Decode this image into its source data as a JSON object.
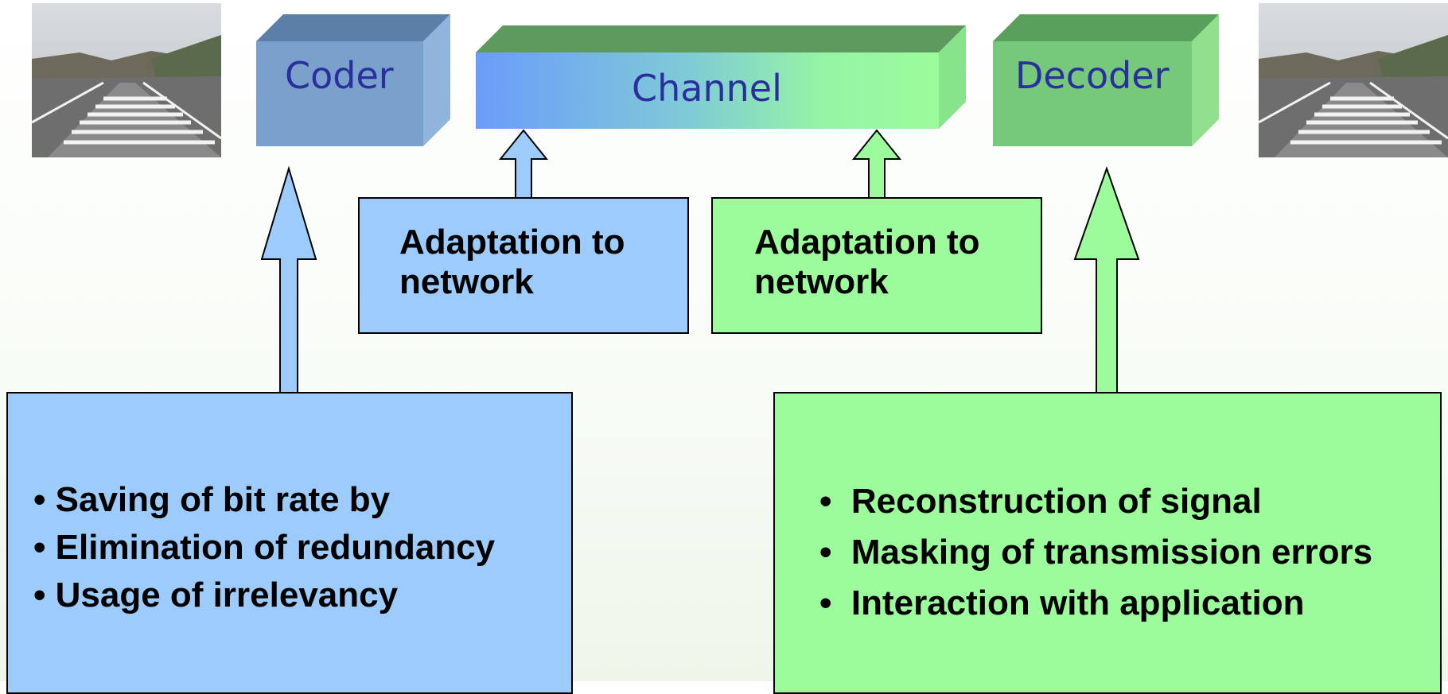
{
  "diagram": {
    "coder": {
      "label": "Coder"
    },
    "channel": {
      "label": "Channel"
    },
    "decoder": {
      "label": "Decoder"
    },
    "input_image": {
      "description_icon": "road-photo-icon"
    },
    "output_image": {
      "description_icon": "road-photo-icon"
    },
    "adaptation_left": {
      "line1": "Adaptation to",
      "line2": "network"
    },
    "adaptation_right": {
      "line1": "Adaptation to",
      "line2": "network"
    },
    "coder_tasks": {
      "items": [
        "Saving of bit rate by",
        "Elimination of redundancy",
        "Usage of irrelevancy"
      ]
    },
    "decoder_tasks": {
      "items": [
        "Reconstruction of signal",
        "Masking of transmission errors",
        "Interaction with application"
      ]
    },
    "colors": {
      "blue_box": "#9ccbfc",
      "green_box": "#9cfc9b",
      "coder_block": "#7aa0cc",
      "decoder_block": "#76c97a",
      "label_text": "#2b2f9e"
    }
  }
}
